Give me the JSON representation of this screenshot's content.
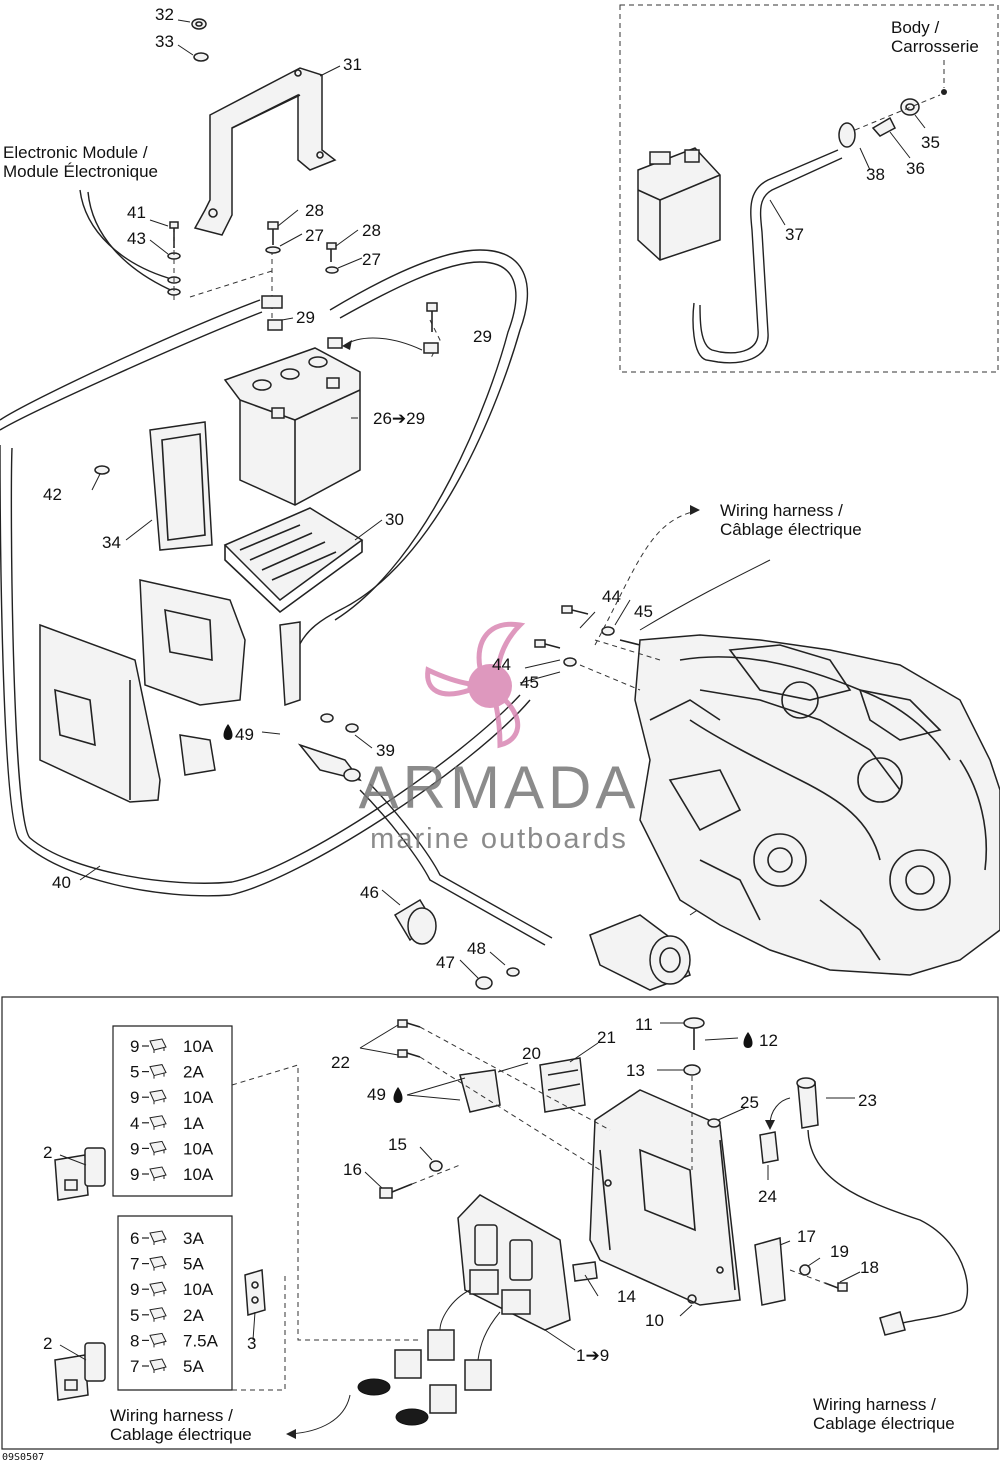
{
  "watermark": {
    "brand": "ARMADA",
    "tagline": "marine outboards",
    "color": "#d987b3"
  },
  "drawing_code": "09S0507",
  "top_section": {
    "callouts": {
      "c32": "32",
      "c33": "33",
      "c31": "31",
      "c41": "41",
      "c43": "43",
      "c28a": "28",
      "c27a": "27",
      "c28b": "28",
      "c27b": "27",
      "c29a": "29",
      "c29b": "29",
      "c26": "26➔29",
      "c42": "42",
      "c34": "34",
      "c30": "30",
      "c44a": "44",
      "c45a": "45",
      "c44b": "44",
      "c45b": "45",
      "c49": "49",
      "c39": "39",
      "c40": "40",
      "c46": "46",
      "c47": "47",
      "c48": "48"
    },
    "captions": {
      "electronic_module_en": "Electronic Module /",
      "electronic_module_fr": "Module Électronique",
      "wiring_harness_en": "Wiring harness /",
      "wiring_harness_fr": "Câblage électrique"
    }
  },
  "inset": {
    "callouts": {
      "c35": "35",
      "c36": "36",
      "c37": "37",
      "c38": "38"
    },
    "captions": {
      "body_en": "Body /",
      "body_fr": "Carrosserie"
    }
  },
  "bottom_section": {
    "callouts": {
      "c11": "11",
      "c12": "12",
      "c13": "13",
      "c20": "20",
      "c21": "21",
      "c22": "22",
      "c49": "49",
      "c25": "25",
      "c23": "23",
      "c24": "24",
      "c15": "15",
      "c16": "16",
      "c17": "17",
      "c19": "19",
      "c18": "18",
      "c14": "14",
      "c10": "10",
      "c19b": "1➔9",
      "c2a": "2",
      "c2b": "2",
      "c3": "3"
    },
    "fuse_box_upper": [
      {
        "part": "9",
        "rating": "10A"
      },
      {
        "part": "5",
        "rating": "2A"
      },
      {
        "part": "9",
        "rating": "10A"
      },
      {
        "part": "4",
        "rating": "1A"
      },
      {
        "part": "9",
        "rating": "10A"
      },
      {
        "part": "9",
        "rating": "10A"
      }
    ],
    "fuse_box_lower": [
      {
        "part": "6",
        "rating": "3A"
      },
      {
        "part": "7",
        "rating": "5A"
      },
      {
        "part": "9",
        "rating": "10A"
      },
      {
        "part": "5",
        "rating": "2A"
      },
      {
        "part": "8",
        "rating": "7.5A"
      },
      {
        "part": "7",
        "rating": "5A"
      }
    ],
    "captions": {
      "wiring_harness_left_en": "Wiring harness /",
      "wiring_harness_left_fr": "Cablage électrique",
      "wiring_harness_right_en": "Wiring harness /",
      "wiring_harness_right_fr": "Cablage électrique"
    }
  }
}
